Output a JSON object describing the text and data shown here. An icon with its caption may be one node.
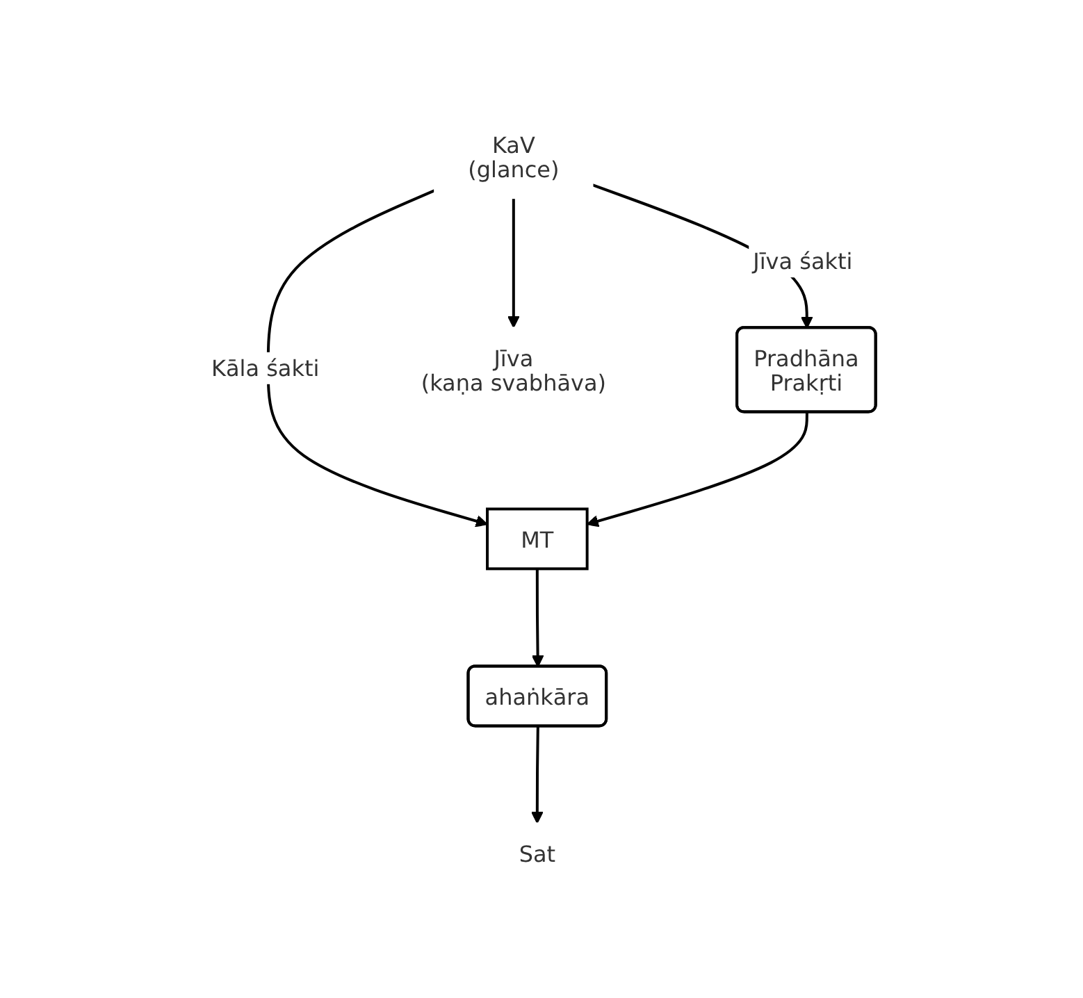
{
  "diagram": {
    "nodes": [
      {
        "text": [
          "KaV",
          "(glance)"
        ]
      },
      {
        "text": [
          "Pradhāna",
          "Prakṛti"
        ]
      },
      {
        "text": [
          "MT"
        ]
      },
      {
        "text": [
          "Jīva",
          "(kaṇa svabhāva)"
        ]
      },
      {
        "text": [
          "ahaṅkāra"
        ]
      },
      {
        "text": [
          "Sat"
        ]
      }
    ],
    "edges": [
      {
        "from": 0,
        "to": 1,
        "arrow": "to",
        "label": "Jīva śakti"
      },
      {
        "from": 0,
        "to": 2,
        "arrow": "to",
        "label": "Kāla śakti"
      },
      {
        "from": 0,
        "to": 3,
        "arrow": "to"
      },
      {
        "from": 1,
        "to": 2,
        "arrow": "to"
      },
      {
        "from": 2,
        "to": 4,
        "arrow": "to"
      },
      {
        "from": 4,
        "to": 5,
        "arrow": "to"
      }
    ]
  }
}
